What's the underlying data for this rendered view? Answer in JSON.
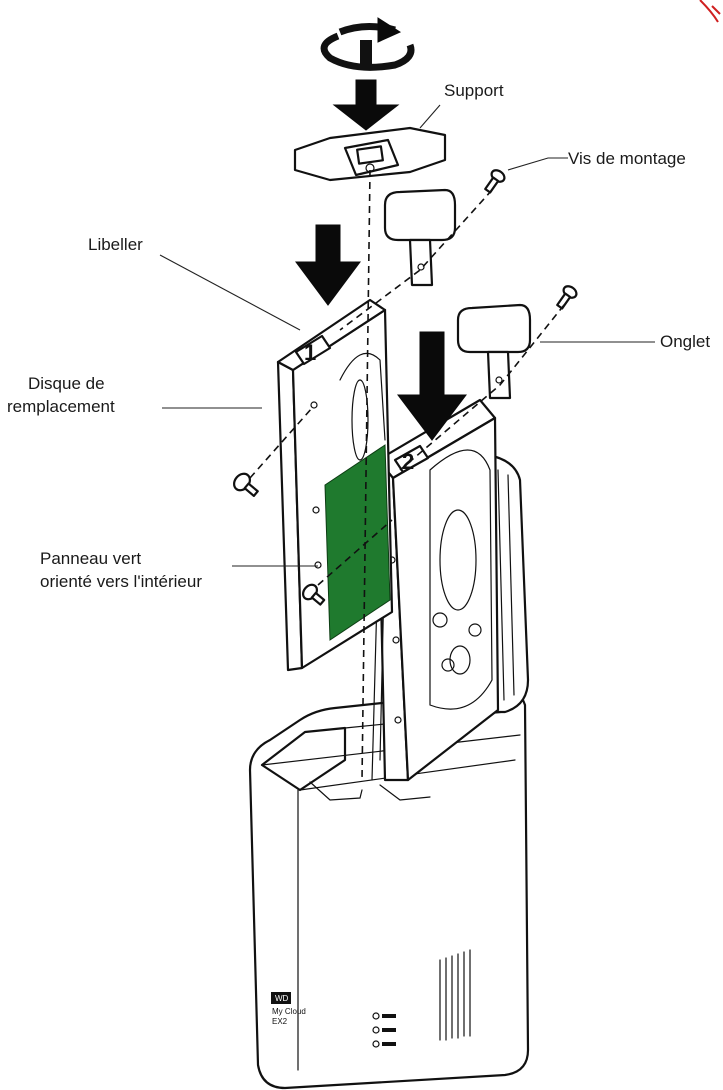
{
  "labels": {
    "support": "Support",
    "vis_de_montage": "Vis de montage",
    "libeller": "Libeller",
    "onglet": "Onglet",
    "disque_line1": "Disque de",
    "disque_line2": "remplacement",
    "panneau_line1": "Panneau vert",
    "panneau_line2": "orienté vers l'intérieur"
  },
  "drive_numbers": {
    "drive1": "1",
    "drive2": "2"
  },
  "device_logo": {
    "brand": "WD",
    "model_line1": "My Cloud",
    "model_line2": "EX2"
  },
  "icons": [
    "rotate-arrow-icon",
    "down-arrow-icon",
    "screw-icon",
    "led-indicator-icon"
  ],
  "colors": {
    "panel_green": "#1f7a2e",
    "ink": "#111111"
  }
}
